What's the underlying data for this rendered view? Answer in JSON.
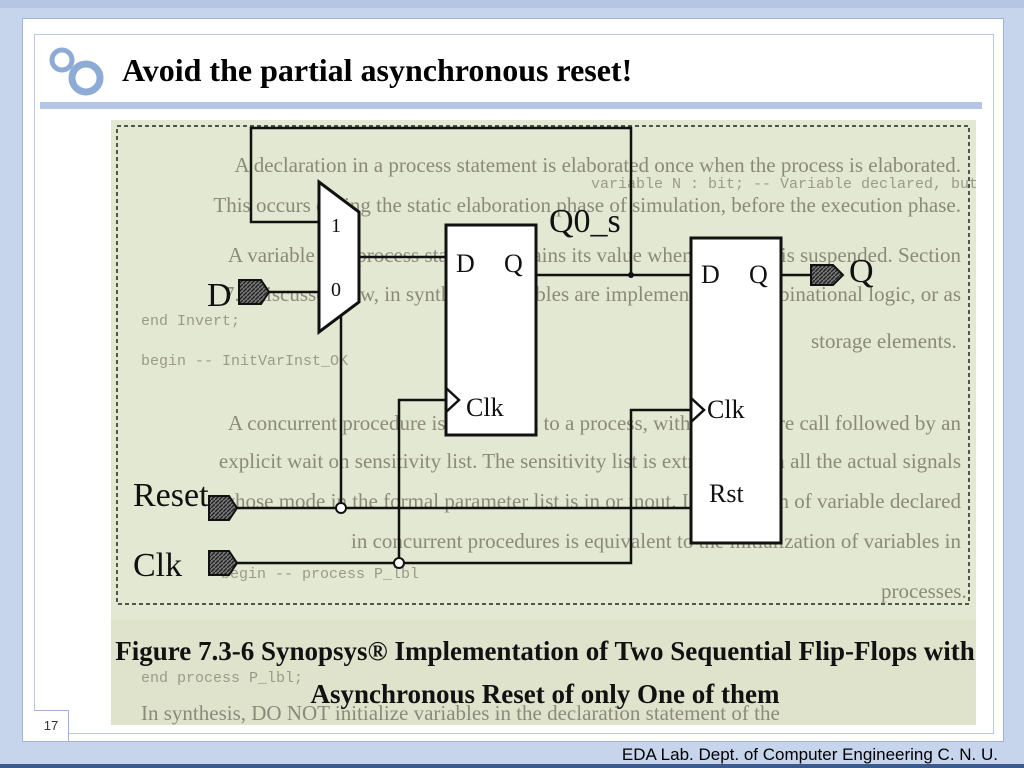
{
  "slide": {
    "title": "Avoid the partial asynchronous reset!",
    "page_number": "17",
    "footer": "EDA Lab. Dept. of Computer Engineering C. N. U."
  },
  "figure": {
    "background_text": [
      "A declaration in a process statement is elaborated once when the process is elaborated.",
      "This occurs during the static elaboration phase of simulation, before the execution phase.",
      "A variable in a process statement retains its value when a process is suspended. Section",
      "7.7 discusses how, in synthesis, variables are implemented as combinational logic, or as",
      "storage elements.",
      "A concurrent procedure is equivalent to a process, with a procedure call followed by an",
      "explicit wait on sensitivity list. The sensitivity list is extracted from all the actual signals",
      "whose mode in the formal parameter list is in or inout. Initialization of variable declared",
      "in concurrent procedures is equivalent to the initialization of variables in",
      "processes.",
      "In synthesis, DO NOT initialize variables in the declaration statement of the"
    ],
    "background_code": [
      "variable N : bit; -- Variable declared, but not initialized",
      "end Invert;",
      "begin -- InitVarInst_OK",
      "begin -- process P_lbl",
      "end process P_lbl;"
    ],
    "labels": {
      "mux_in1": "1",
      "mux_in0": "0",
      "d_input": "D",
      "reset_input": "Reset",
      "clk_input": "Clk",
      "q0s_net": "Q0_s",
      "q_output": "Q",
      "ff1_d": "D",
      "ff1_q": "Q",
      "ff1_clk": "Clk",
      "ff2_d": "D",
      "ff2_q": "Q",
      "ff2_clk": "Clk",
      "ff2_rst": "Rst"
    },
    "caption_line1": "Figure 7.3-6  Synopsys® Implementation of Two Sequential Flip-Flops with",
    "caption_line2": "Asynchronous Reset of only One of them"
  },
  "colors": {
    "accent_band": "#b4c6e4",
    "footer_band": "#3c5a8e",
    "scan_paper": "#e3e8d2"
  }
}
